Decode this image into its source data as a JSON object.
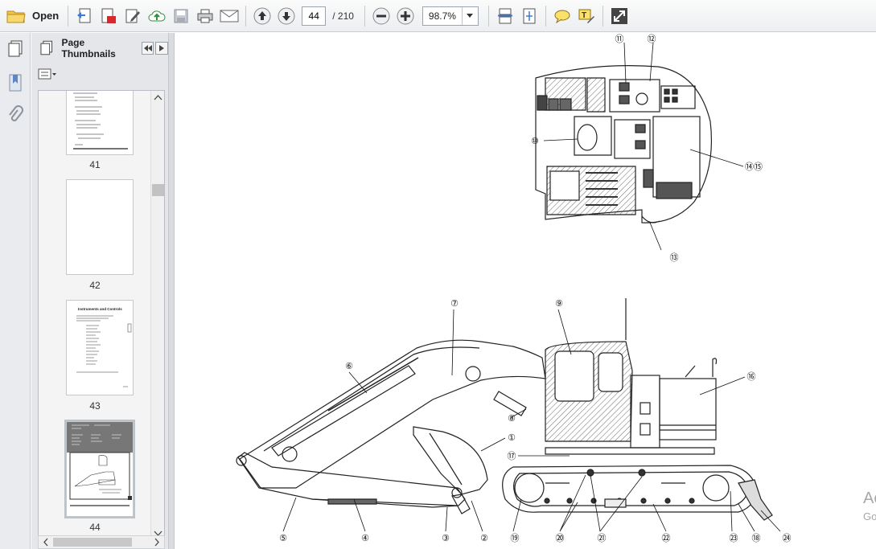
{
  "toolbar": {
    "open_label": "Open",
    "current_page": "44",
    "page_total": "/ 210",
    "zoom": "98.7%"
  },
  "panel": {
    "title": "Page Thumbnails"
  },
  "thumbnails": [
    {
      "page": "41"
    },
    {
      "page": "42"
    },
    {
      "page": "43",
      "heading": "Instruments and Controls"
    },
    {
      "page": "44",
      "selected": true
    }
  ],
  "diagram": {
    "callouts": [
      "①",
      "②",
      "③",
      "④",
      "⑤",
      "⑥",
      "⑦",
      "⑧",
      "⑨",
      "⑩",
      "⑪",
      "⑫",
      "⑬",
      "⑭⑮",
      "⑯",
      "⑰",
      "⑱",
      "⑲",
      "⑳",
      "㉑",
      "㉒",
      "㉓",
      "㉔"
    ]
  },
  "watermark": {
    "line1": "Ac",
    "line2": "Go"
  }
}
